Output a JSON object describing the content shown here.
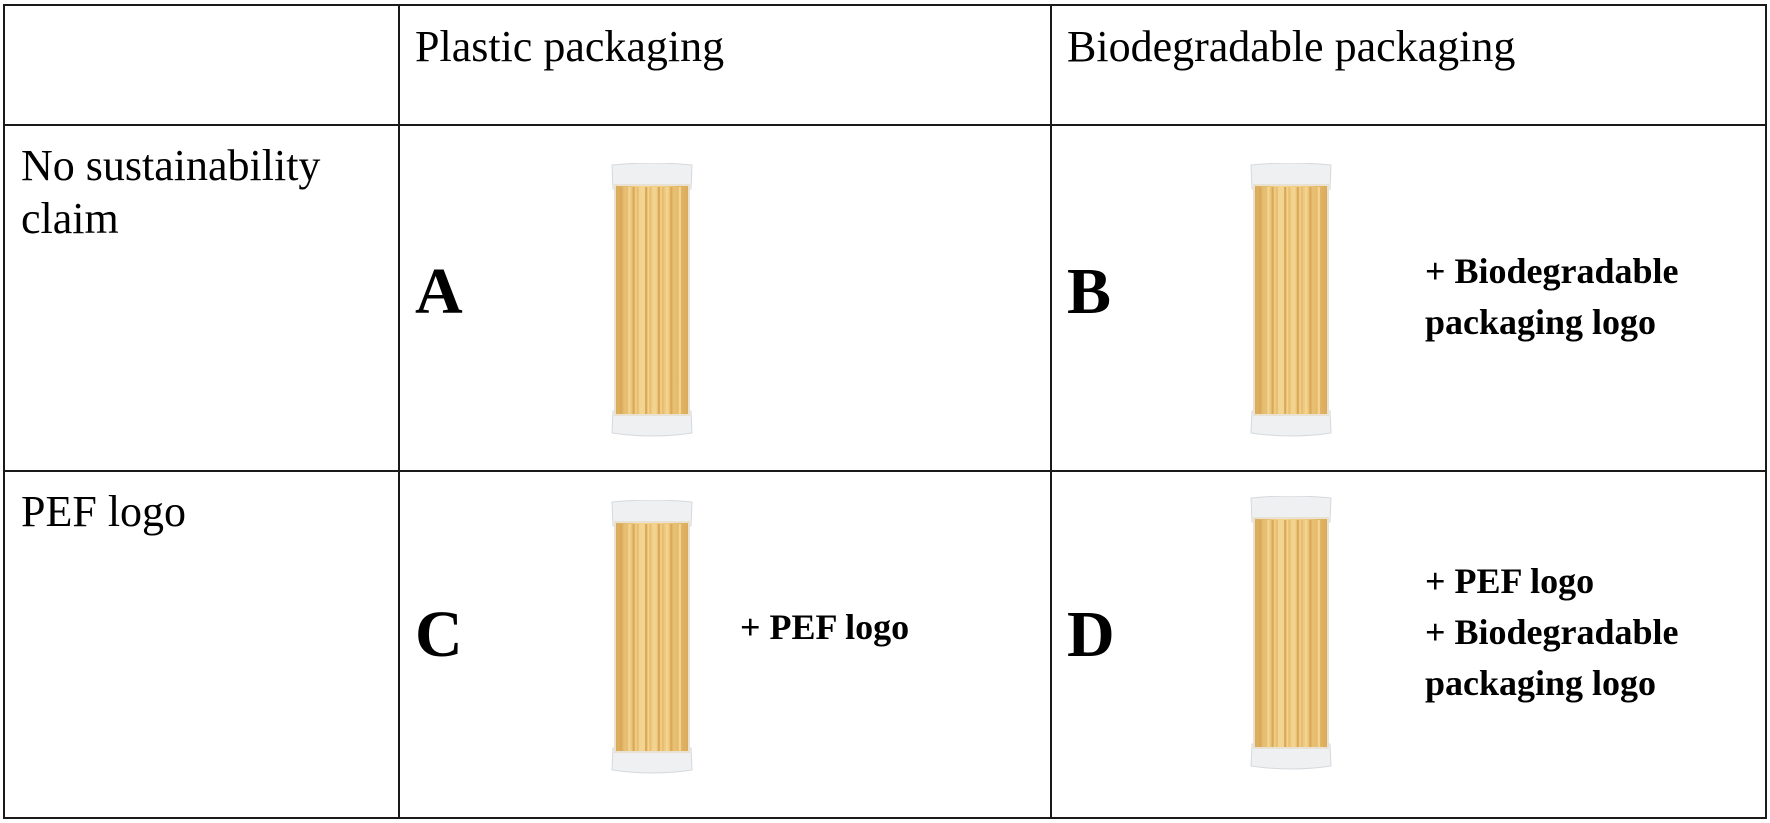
{
  "table": {
    "corner": "",
    "columns": [
      "Plastic packaging",
      "Biodegradable packaging"
    ],
    "rows": [
      {
        "label": "No sustainability claim",
        "cells": [
          {
            "letter": "A",
            "claim_lines": []
          },
          {
            "letter": "B",
            "claim_lines": [
              "+ Biodegradable",
              "packaging logo"
            ]
          }
        ]
      },
      {
        "label": "PEF logo",
        "cells": [
          {
            "letter": "C",
            "claim_lines": [
              "+ PEF logo"
            ]
          },
          {
            "letter": "D",
            "claim_lines": [
              "+ PEF logo",
              "+ Biodegradable",
              "packaging logo"
            ]
          }
        ]
      }
    ]
  },
  "icons": {
    "product": "spaghetti-package-icon"
  },
  "colors": {
    "border": "#1a1a1a",
    "pasta_light": "#f3d592",
    "pasta_dark": "#d9a957",
    "wrapper": "#eef0f2"
  }
}
